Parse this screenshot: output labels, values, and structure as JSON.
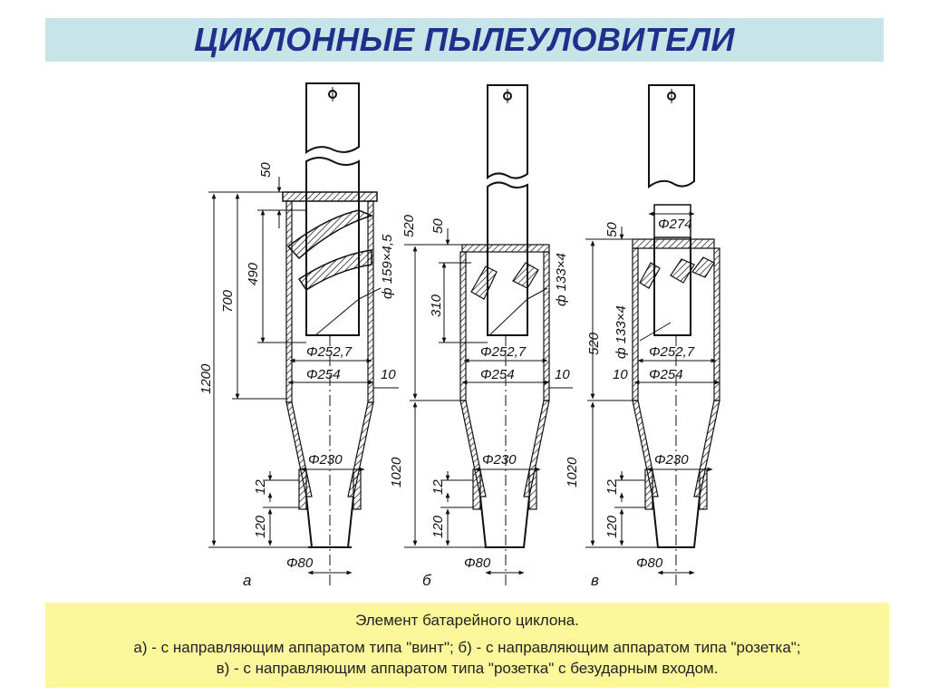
{
  "title": "ЦИКЛОННЫЕ ПЫЛЕУЛОВИТЕЛИ",
  "caption": {
    "line1": "Элемент батарейного циклона.",
    "line2": "а) - с направляющим аппаратом типа \"винт\"; б) - с направляющим аппаратом типа \"розетка\";",
    "line3": "в) - с направляющим аппаратом типа \"розетка\" с безударным входом."
  },
  "drawings": {
    "a": {
      "label": "а",
      "d_pipe": "ф 159×4,5",
      "h_top": "50",
      "h_inner": "490",
      "h_mid": "700",
      "h_total": "1200",
      "d_inner": "Φ252,7",
      "d_outer": "Φ254",
      "wall": "10",
      "d_cone": "Φ230",
      "h_small": "12",
      "h_bottom": "120",
      "d_outlet": "Φ80"
    },
    "b": {
      "label": "б",
      "d_pipe": "ф 133×4",
      "h_top": "50",
      "h_520": "520",
      "h_inner": "310",
      "d_inner": "Φ252,7",
      "d_outer": "Φ254",
      "wall": "10",
      "h_cone": "1020",
      "d_cone": "Φ230",
      "h_small": "12",
      "h_bottom": "120",
      "d_outlet": "Φ80"
    },
    "c": {
      "label": "в",
      "d_top": "Φ274",
      "d_pipe": "ф 133×4",
      "h_top": "50",
      "h_520": "520",
      "d_inner": "Φ252,7",
      "d_outer": "Φ254",
      "wall": "10",
      "h_cone": "1020",
      "d_cone": "Φ230",
      "h_small": "12",
      "h_bottom": "120",
      "d_outlet": "Φ80"
    }
  }
}
